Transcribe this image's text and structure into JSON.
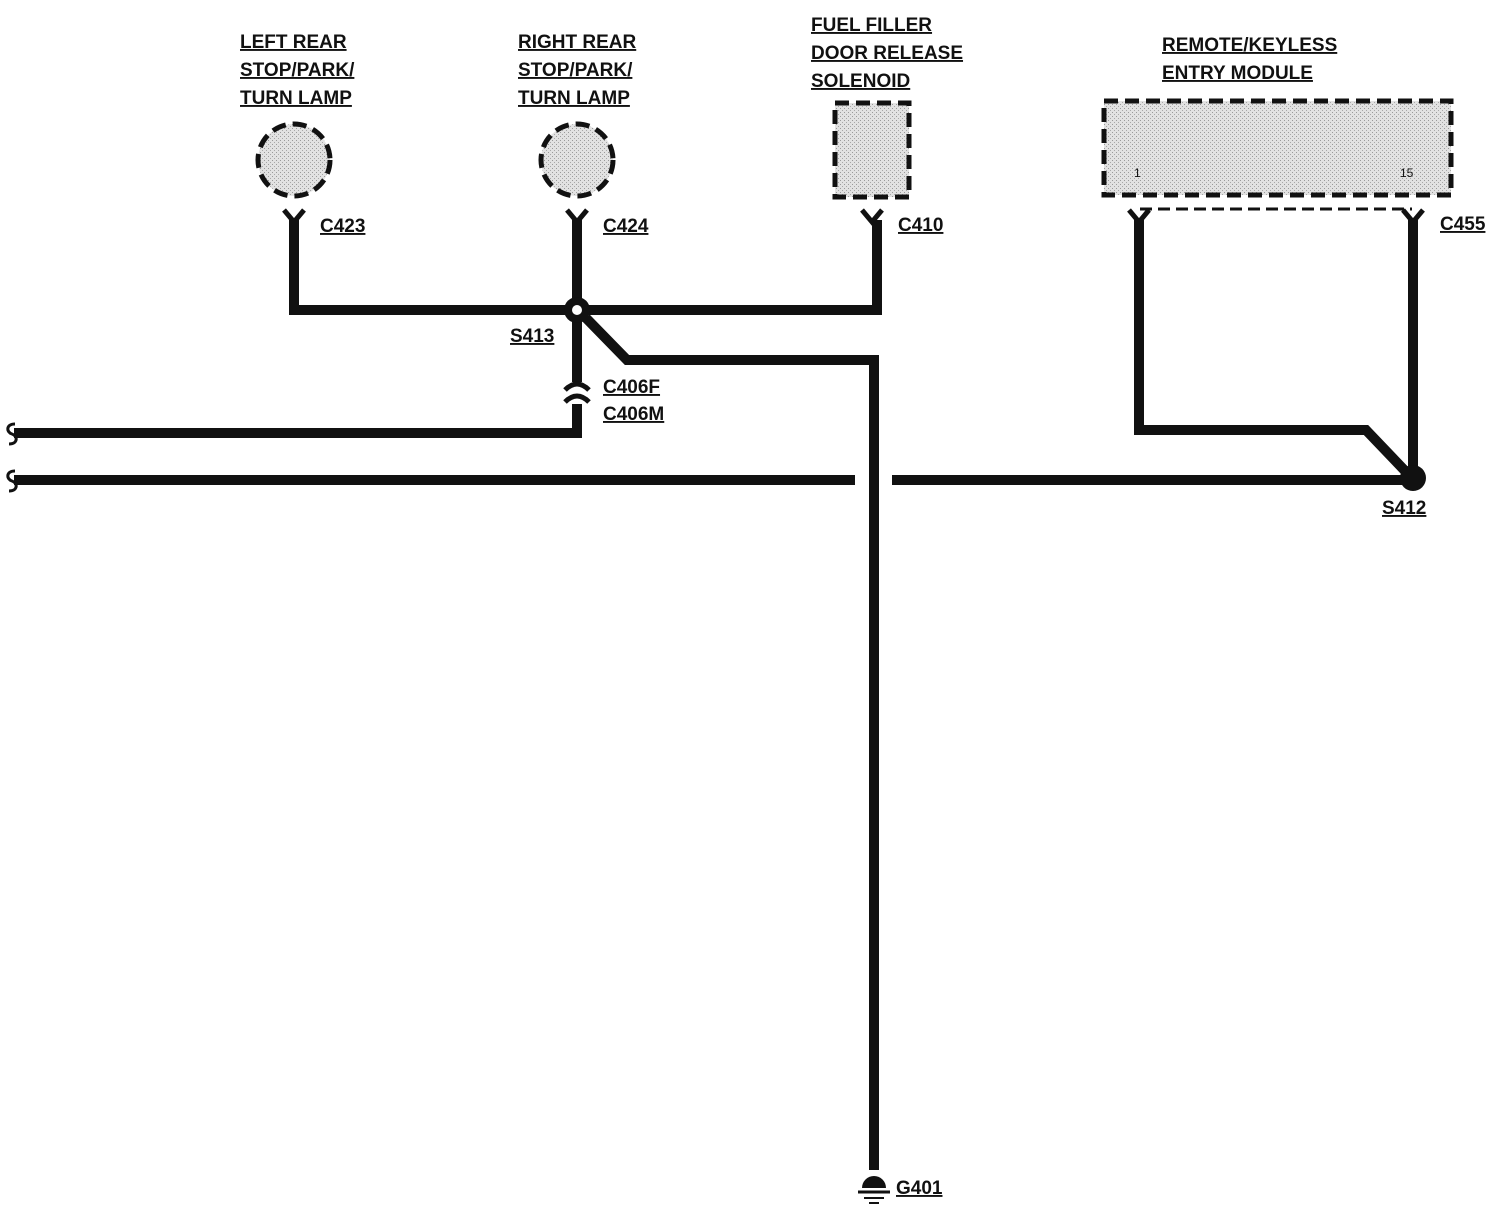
{
  "components": {
    "left_rear_lamp": {
      "line1": "LEFT REAR",
      "line2": "STOP/PARK/",
      "line3": "TURN LAMP",
      "connector": "C423"
    },
    "right_rear_lamp": {
      "line1": "RIGHT REAR",
      "line2": "STOP/PARK/",
      "line3": "TURN LAMP",
      "connector": "C424"
    },
    "fuel_filler_solenoid": {
      "line1": "FUEL FILLER",
      "line2": "DOOR RELEASE",
      "line3": "SOLENOID",
      "connector": "C410"
    },
    "remote_keyless_module": {
      "line1": "REMOTE/KEYLESS",
      "line2": "ENTRY MODULE",
      "connector": "C455",
      "pin_left": "1",
      "pin_right": "15"
    }
  },
  "splices": {
    "s413": "S413",
    "s412": "S412"
  },
  "inline_connector": {
    "female": "C406F",
    "male": "C406M"
  },
  "ground": {
    "label": "G401"
  }
}
